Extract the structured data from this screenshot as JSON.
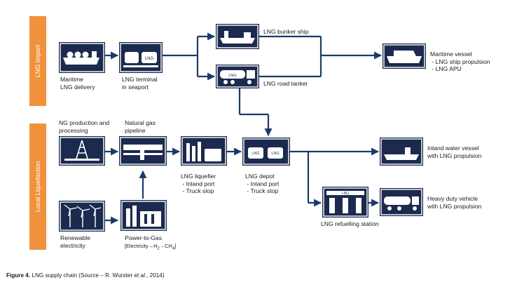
{
  "sections": {
    "import": "LNG Import",
    "local": "Local Liquefaction"
  },
  "nodes": {
    "maritime_delivery": "Maritime\nLNG delivery",
    "terminal": "LNG terminal\nin seaport",
    "bunker_ship": "LNG bunker ship",
    "road_tanker": "LNG road tanker",
    "maritime_vessel": "Maritime vessel\n - LNG ship propulsion\n - LNG APU",
    "ng_production": "NG production and\nprocessing",
    "pipeline": "Natural gas\npipeline",
    "liquefier": "LNG liquefier\n - Inland port\n - Truck stop",
    "depot": "LNG depot\n - Inland port\n - Truck stop",
    "inland_vessel": "Inland water vessel\nwith LNG propulsion",
    "renewable": "Renewable\nelectricity",
    "power_to_gas": "Power-to-Gas",
    "power_to_gas_formula": {
      "prefix": "[Electricity→H",
      "sub1": "2",
      "mid": "→CH",
      "sub2": "4",
      "suffix": "]"
    },
    "refuelling": "LNG refuelling station",
    "heavy_duty": "Heavy duty vehicle\nwith LNG propulsion"
  },
  "icon_texts": {
    "lng": "LNG"
  },
  "caption": {
    "label": "Figure 4.",
    "text": " LNG supply chain (Source – R. Wurster ",
    "etal": "et al.",
    "tail": ", 2014)"
  },
  "colors": {
    "navy": "#1b2a4e",
    "orange": "#f2913b",
    "arrow": "#1b3a6b"
  }
}
